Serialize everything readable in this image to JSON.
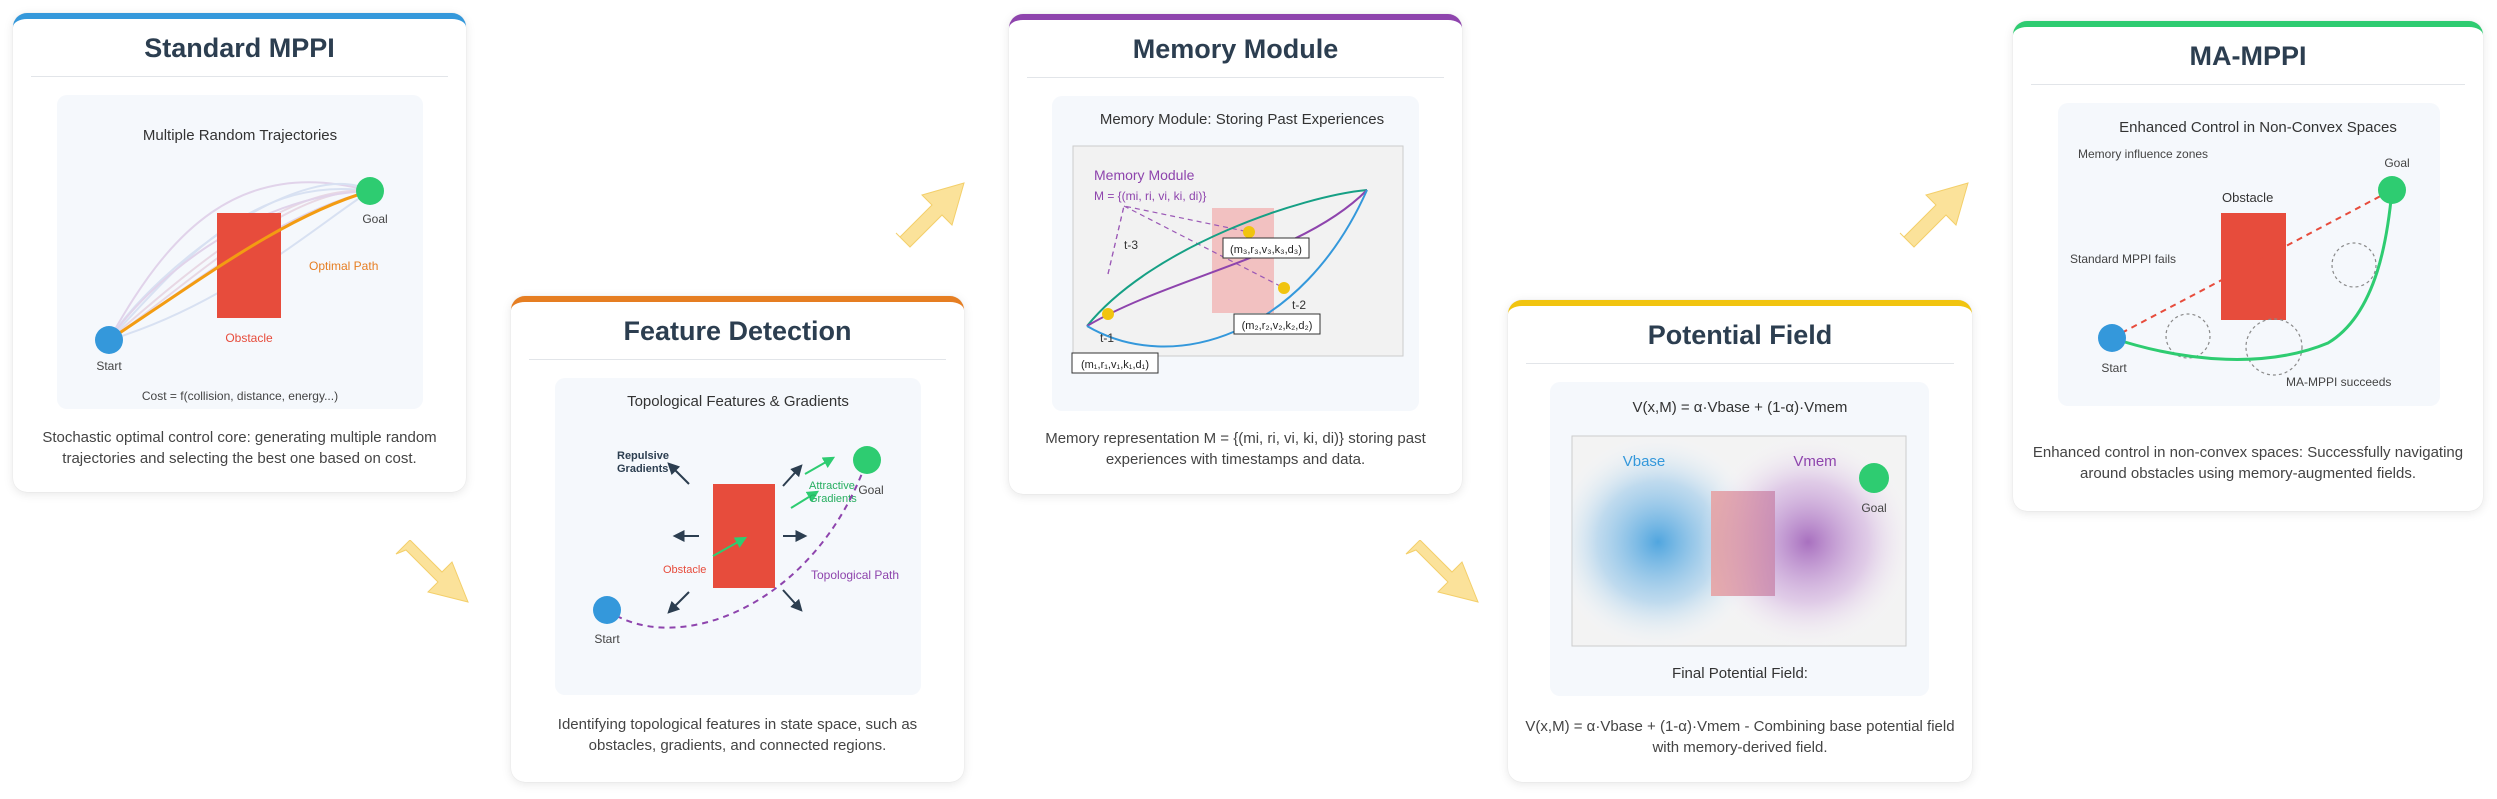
{
  "cards": {
    "mppi": {
      "title": "Standard MPPI",
      "panel_title": "Multiple Random Trajectories",
      "start_label": "Start",
      "goal_label": "Goal",
      "obstacle_label": "Obstacle",
      "optimal_label": "Optimal Path",
      "cost_label": "Cost = f(collision, distance, energy...)",
      "description": "Stochastic optimal control core: generating multiple random trajectories and selecting the best one based on cost."
    },
    "feature": {
      "title": "Feature Detection",
      "panel_title": "Topological Features & Gradients",
      "repulsive_line1": "Repulsive",
      "repulsive_line2": "Gradients",
      "attractive_line1": "Attractive",
      "attractive_line2": "Gradients",
      "obstacle_label": "Obstacle",
      "goal_label": "Goal",
      "start_label": "Start",
      "path_label": "Topological Path",
      "description": "Identifying topological features in state space, such as obstacles, gradients, and connected regions."
    },
    "memory": {
      "title": "Memory Module",
      "panel_title": "Memory Module: Storing Past Experiences",
      "box_title": "Memory Module",
      "set_formula": "M = {(mi, ri, vi, ki, di)}",
      "t3": "t-3",
      "t2": "t-2",
      "t1": "t-1",
      "tuple3": "(m₃,r₃,v₃,k₃,d₃)",
      "tuple2": "(m₂,r₂,v₂,k₂,d₂)",
      "tuple1": "(m₁,r₁,v₁,k₁,d₁)",
      "description": "Memory representation M = {(mi, ri, vi, ki, di)} storing past experiences with timestamps and data."
    },
    "potential": {
      "title": "Potential Field",
      "formula": "V(x,M) = α·Vbase + (1-α)·Vmem",
      "vbase_label": "Vbase",
      "vmem_label": "Vmem",
      "goal_label": "Goal",
      "final_label": "Final Potential Field:",
      "description": "V(x,M) = α·Vbase + (1-α)·Vmem - Combining base potential field with memory-derived field."
    },
    "mampi": {
      "title": "MA-MPPI",
      "panel_title": "Enhanced Control in Non-Convex Spaces",
      "zones_label": "Memory influence zones",
      "goal_label": "Goal",
      "obstacle_label": "Obstacle",
      "fails_label": "Standard MPPI fails",
      "start_label": "Start",
      "succeeds_label": "MA-MPPI succeeds",
      "description": "Enhanced control in non-convex spaces: Successfully navigating around obstacles using memory-augmented fields."
    }
  },
  "colors": {
    "blue": "#3498db",
    "orange": "#e67e22",
    "purple": "#8e44ad",
    "yellow": "#f1c40f",
    "green": "#2ecc71",
    "red": "#e74c3c",
    "arrow": "#fbe29a"
  }
}
